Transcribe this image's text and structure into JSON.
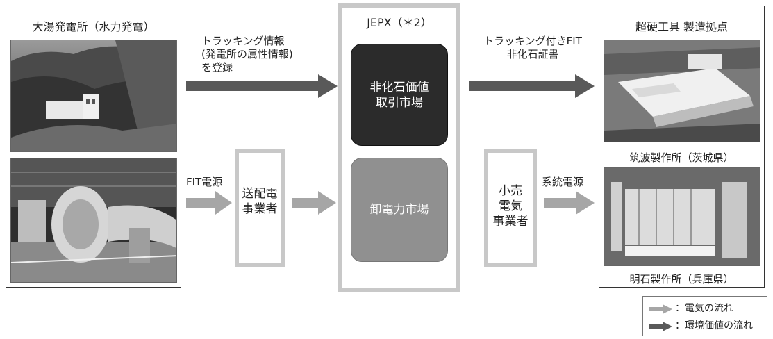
{
  "left_panel": {
    "title": "大湯発電所（水力発電）"
  },
  "tracking_label": {
    "line1": "トラッキング情報",
    "line2": "(発電所の属性情報)",
    "line3": "を登録"
  },
  "fit_source_label": "FIT電源",
  "transmission_operator": {
    "line1": "送配電",
    "line2": "事業者"
  },
  "jepx": {
    "title": "JEPX（＊2）",
    "non_fossil_market": {
      "line1": "非化石価値",
      "line2": "取引市場"
    },
    "wholesale_market": "卸電力市場"
  },
  "certificate_label": {
    "line1": "トラッキング付きFIT",
    "line2": "非化石証書"
  },
  "retail_operator": {
    "line1": "小売",
    "line2": "電気",
    "line3": "事業者"
  },
  "grid_power_label": "系統電源",
  "right_panel": {
    "title": "超硬工具 製造拠点",
    "site1_caption": "筑波製作所（茨城県）",
    "site2_caption": "明石製作所（兵庫県）"
  },
  "legend": {
    "electricity_flow": "：電気の流れ",
    "environmental_value_flow": "：環境価値の流れ"
  },
  "colors": {
    "electricity_arrow": "#a6a6a6",
    "environmental_arrow": "#595959",
    "non_fossil_market_fill": "#2b2b2b",
    "wholesale_market_fill": "#909090",
    "jepx_frame": "#c8c8c8"
  }
}
